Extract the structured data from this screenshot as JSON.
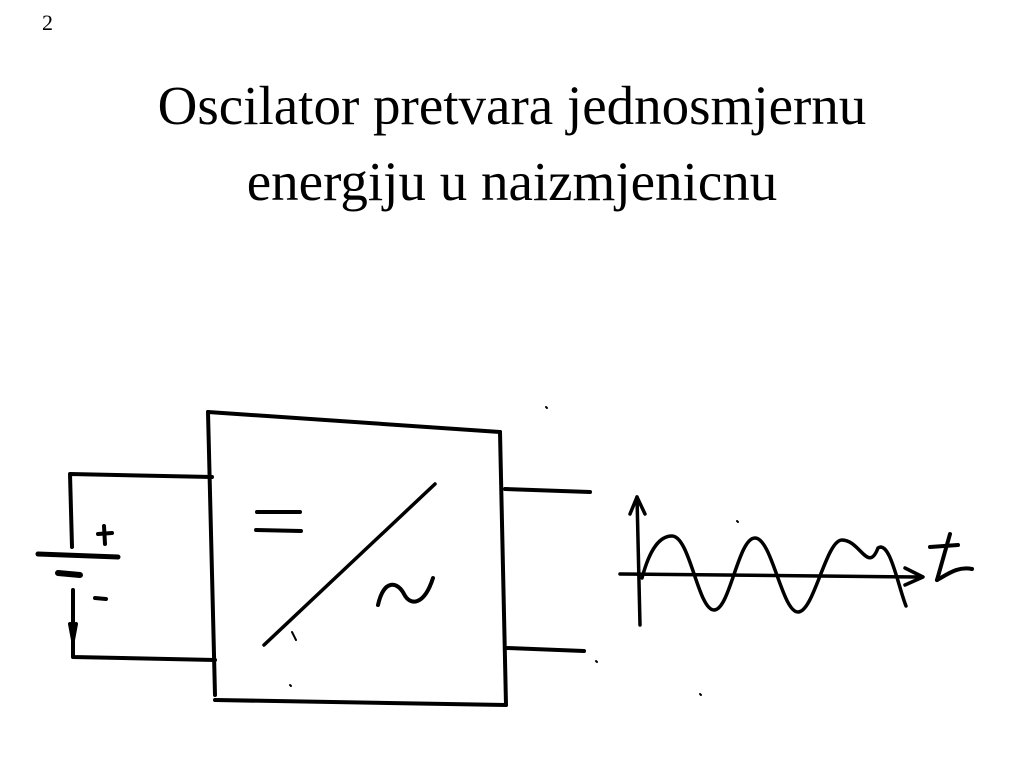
{
  "slide": {
    "number": "2",
    "title_lines": [
      "Oscilator pretvara jednosmjernu",
      "energiju u naizmjenicnu"
    ]
  },
  "diagram": {
    "dc_symbol": "=",
    "ac_symbol": "~",
    "battery_plus": "+",
    "battery_minus": "-",
    "time_axis_label": "t"
  }
}
